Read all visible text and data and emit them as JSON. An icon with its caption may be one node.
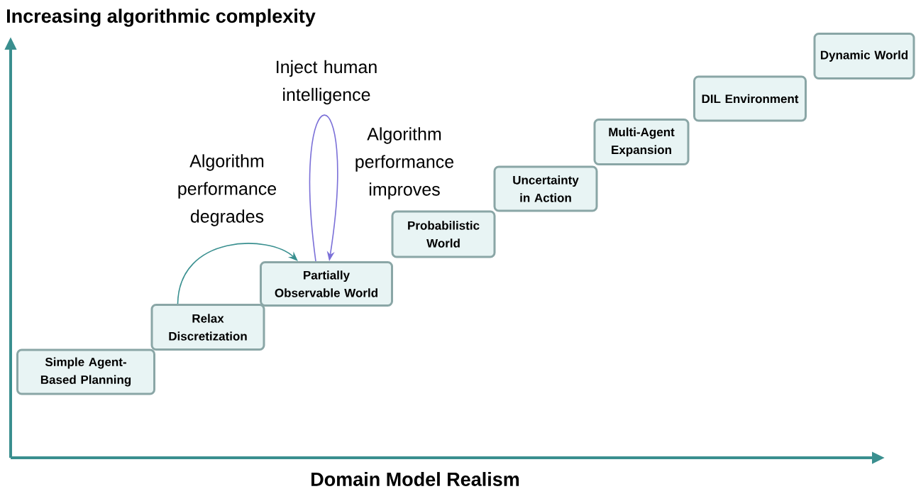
{
  "diagram": {
    "nodes": [
      {
        "text": [
          "Simple Agent-Based Planning"
        ]
      },
      {
        "text": [
          "Relax Discretization"
        ]
      },
      {
        "text": [
          "Partially Observable World"
        ]
      },
      {
        "text": [
          "Probabilistic World"
        ]
      },
      {
        "text": [
          "Uncertainty in Action"
        ]
      },
      {
        "text": [
          "Multi-Agent Expansion"
        ]
      },
      {
        "text": [
          "DIL Environment"
        ]
      },
      {
        "text": [
          "Dynamic World"
        ]
      }
    ],
    "edges": [
      {
        "from": 1,
        "to": 2,
        "arrow": "to",
        "label": "Algorithm performance degrades",
        "color": "#3a9090"
      },
      {
        "from": 2,
        "to": 2,
        "arrow": "to",
        "label": "Inject human intelligence",
        "color": "#7b70d8"
      }
    ],
    "labels": [
      "Increasing algorithmic complexity",
      "Algorithm performance improves",
      "Domain Model Realism"
    ]
  }
}
